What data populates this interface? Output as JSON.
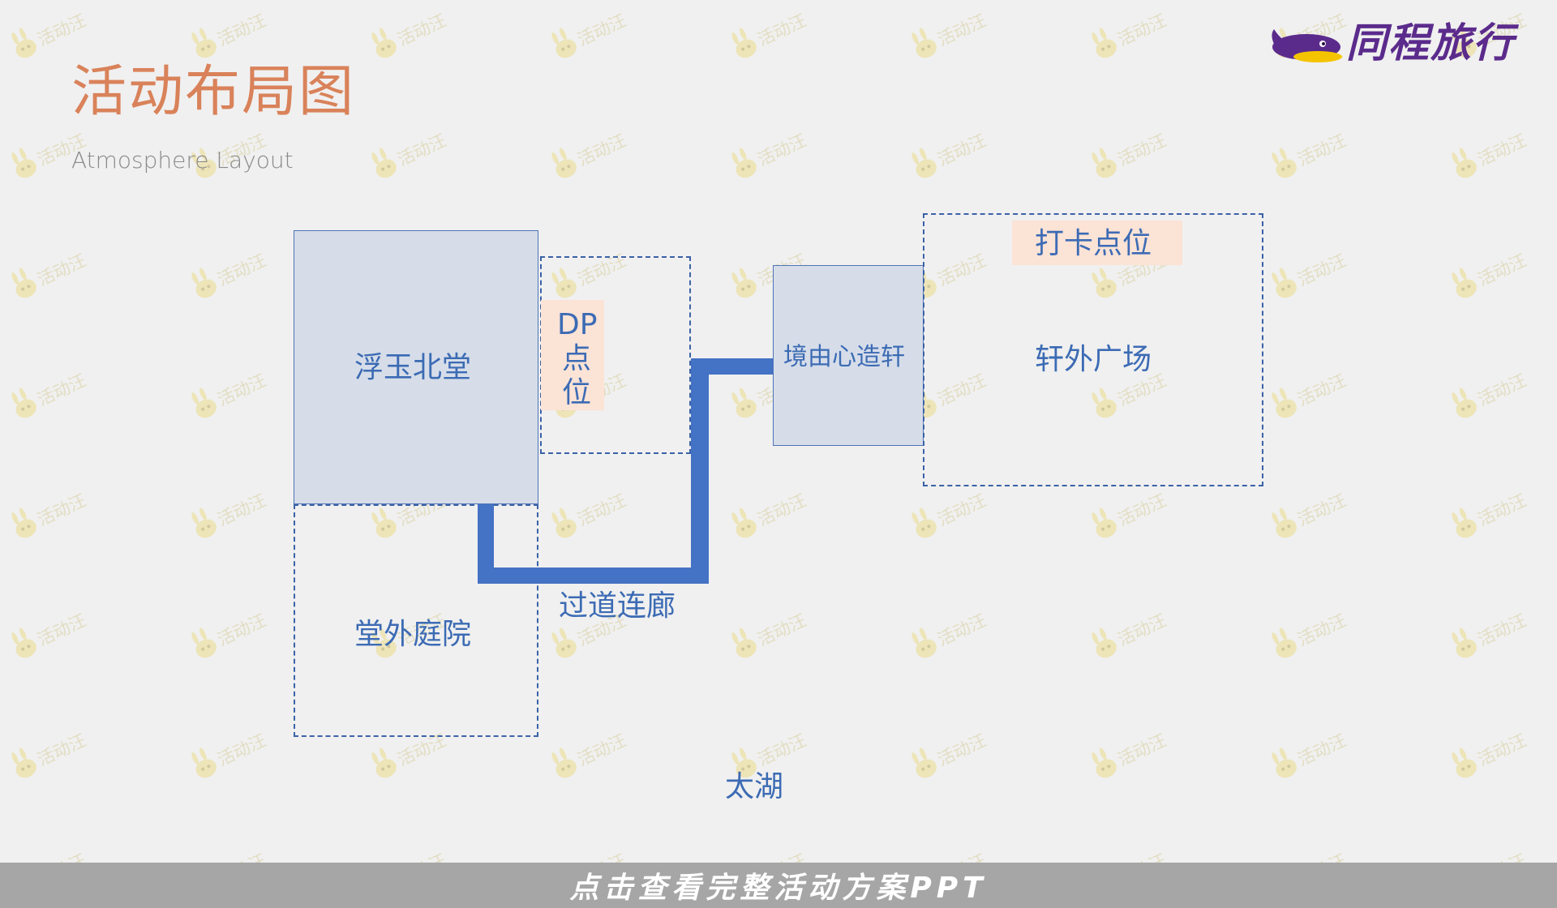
{
  "title": {
    "cn": "活动布局图",
    "en": "Atmosphere Layout"
  },
  "logo": {
    "text": "同程旅行",
    "icon": "tongcheng-whale-logo-icon"
  },
  "diagram": {
    "zones": {
      "fuyu_north_hall": "浮玉北堂",
      "dp_spot": "DP点位",
      "dp_spot_lines": [
        "DP",
        "点",
        "位"
      ],
      "jingyou_pavilion": "境由心造轩",
      "checkin_spot": "打卡点位",
      "pavilion_square": "轩外广场",
      "hall_courtyard": "堂外庭院",
      "corridor": "过道连廊",
      "lake": "太湖"
    }
  },
  "watermark": {
    "text": "活动汪",
    "icon": "bunny-mascot-icon"
  },
  "banner": {
    "text": "点击查看完整活动方案PPT"
  },
  "colors": {
    "background": "#f0f0f0",
    "title": "#d9825a",
    "label": "#3c6bb4",
    "corridor": "#4472c4",
    "solid_zone": "#d6dde9",
    "highlight": "#fbe3d6",
    "logo": "#5b2b8c",
    "banner": "#a6a6a6"
  }
}
